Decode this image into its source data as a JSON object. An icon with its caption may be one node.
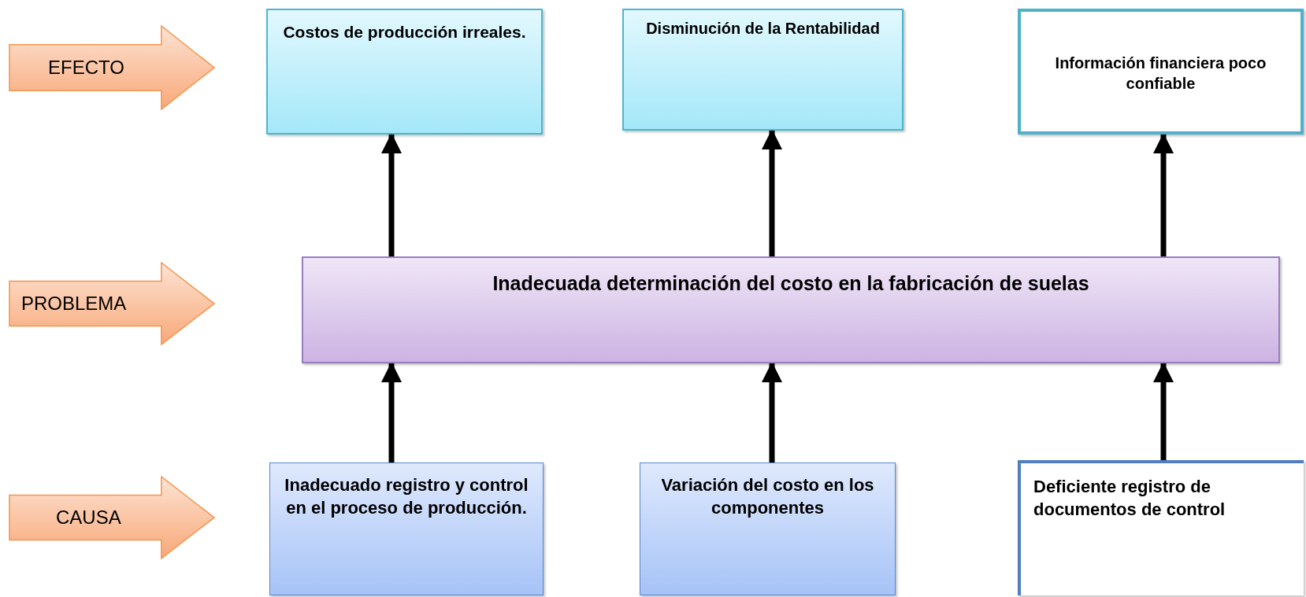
{
  "diagram": {
    "nodes": [
      {
        "text": [
          "EFECTO"
        ]
      },
      {
        "text": [
          "Costos de producción irreales."
        ]
      },
      {
        "text": [
          "Disminución de la Rentabilidad"
        ]
      },
      {
        "text": [
          "Información financiera poco confiable"
        ]
      },
      {
        "text": [
          "PROBLEMA"
        ]
      },
      {
        "text": [
          "Inadecuada determinación  del costo en la fabricación de suelas"
        ]
      },
      {
        "text": [
          "CAUSA"
        ]
      },
      {
        "text": [
          "Inadecuado registro y control en el proceso de producción."
        ]
      },
      {
        "text": [
          "Variación del costo en los componentes"
        ]
      },
      {
        "text": [
          "Deficiente registro de documentos de control"
        ]
      }
    ],
    "edges": [
      {
        "from": 5,
        "to": 1,
        "arrow": "to"
      },
      {
        "from": 5,
        "to": 2,
        "arrow": "to"
      },
      {
        "from": 5,
        "to": 3,
        "arrow": "to"
      },
      {
        "from": 7,
        "to": 5,
        "arrow": "to"
      },
      {
        "from": 8,
        "to": 5,
        "arrow": "to"
      },
      {
        "from": 9,
        "to": 5,
        "arrow": "to"
      }
    ]
  }
}
